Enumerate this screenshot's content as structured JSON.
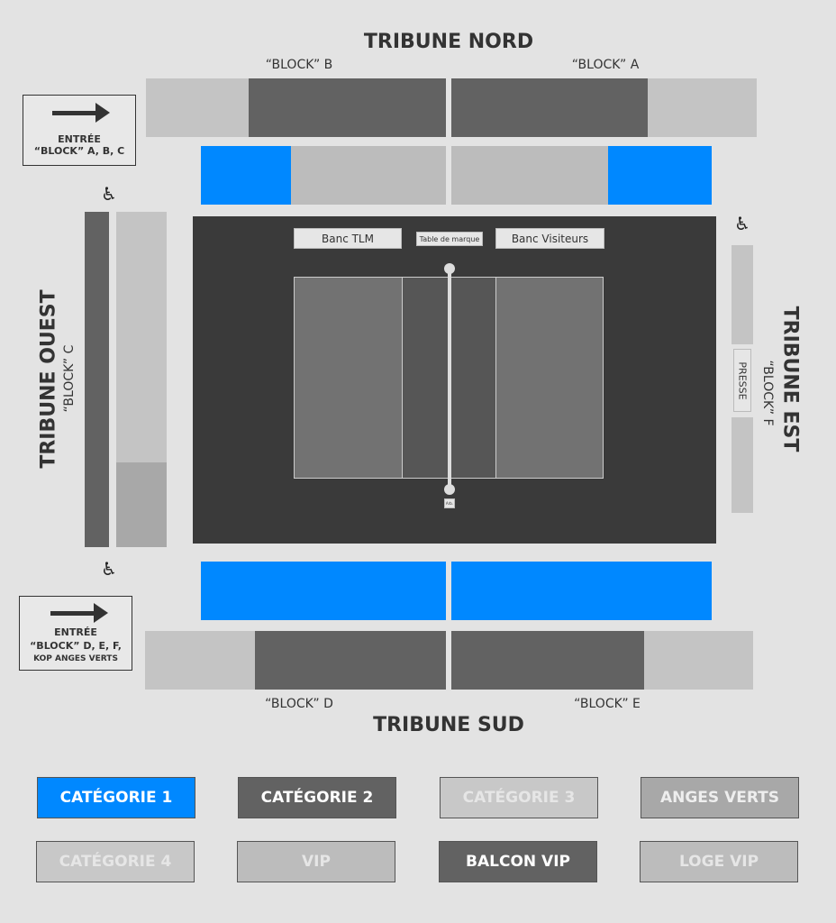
{
  "tribunes": {
    "nord": "TRIBUNE NORD",
    "sud": "TRIBUNE SUD",
    "ouest": "TRIBUNE OUEST",
    "est": "TRIBUNE EST"
  },
  "blocks": {
    "a": "“BLOCK” A",
    "b": "“BLOCK” B",
    "c": "“BLOCK” C",
    "d": "“BLOCK” D",
    "e": "“BLOCK” E",
    "f": "“BLOCK” F"
  },
  "entries": {
    "top_line1": "ENTRÉE",
    "top_line2": "“BLOCK” A, B, C",
    "bottom_line1": "ENTRÉE",
    "bottom_line2": "“BLOCK” D, E, F,",
    "bottom_line3": "KOP ANGES VERTS"
  },
  "court": {
    "banc_home": "Banc TLM",
    "table": "Table de marque",
    "banc_away": "Banc Visiteurs",
    "referee": "Arb.",
    "presse": "PRESSE"
  },
  "icons": {
    "wheelchair": "wheelchair-icon",
    "arrow": "arrow-right-icon"
  },
  "legend": [
    {
      "label": "CATÉGORIE 1",
      "bg": "#0088ff",
      "fg": "#ffffff"
    },
    {
      "label": "CATÉGORIE 2",
      "bg": "#626262",
      "fg": "#ffffff"
    },
    {
      "label": "CATÉGORIE 3",
      "bg": "#c8c8c8",
      "fg": "#e6e6e6"
    },
    {
      "label": "ANGES VERTS",
      "bg": "#a8a8a8",
      "fg": "#eeeeee"
    },
    {
      "label": "CATÉGORIE 4",
      "bg": "#c8c8c8",
      "fg": "#e6e6e6"
    },
    {
      "label": "VIP",
      "bg": "#bcbcbc",
      "fg": "#e6e6e6"
    },
    {
      "label": "BALCON VIP",
      "bg": "#626262",
      "fg": "#ffffff"
    },
    {
      "label": "LOGE VIP",
      "bg": "#bcbcbc",
      "fg": "#e6e6e6"
    }
  ]
}
